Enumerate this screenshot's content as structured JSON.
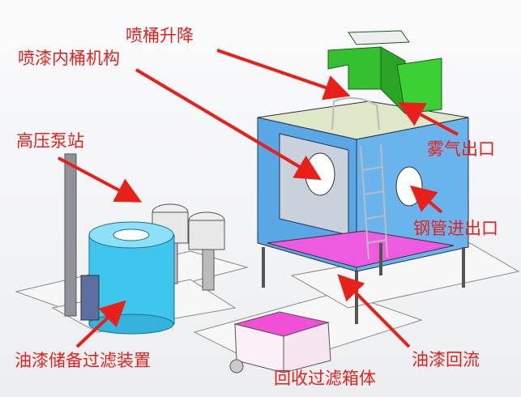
{
  "labels": {
    "spray_bucket_lift": "喷桶升降",
    "inner_bucket_mechanism": "喷漆内桶机构",
    "high_pressure_pump_station": "高压泵站",
    "mist_outlet": "雾气出口",
    "steel_pipe_inlet_outlet": "钢管进出口",
    "paint_storage_filter": "油漆储备过滤装置",
    "paint_return": "油漆回流",
    "recovery_filter_box": "回收过滤箱体"
  },
  "colors": {
    "label": "#e8201a",
    "frame_blue": "#5aa7e6",
    "duct_green": "#35c12f",
    "tank_cyan": "#3fc6ef",
    "filter_pink": "#ee3fd0"
  }
}
